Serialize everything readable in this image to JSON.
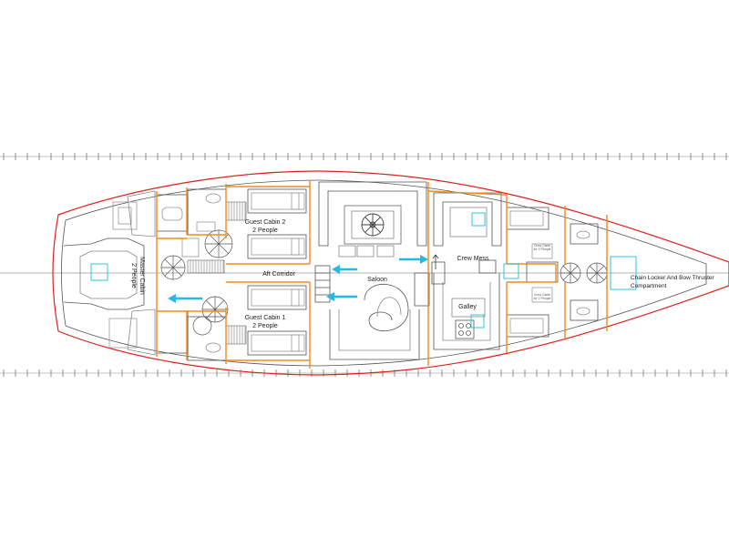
{
  "rooms": {
    "master_cabin": "Master Cabin\n2 People",
    "guest_cabin_2": "Guest Cabin 2\n2 People",
    "guest_cabin_1": "Guest Cabin 1\n2 People",
    "aft_corridor": "Aft Corridor",
    "saloon": "Saloon",
    "crew_mess": "Crew Mess",
    "galley": "Galley",
    "crew_cabin_upper": "Crew Cabin\nfor 2 People",
    "crew_cabin_lower": "Crew Cabin\nfor 2 People",
    "chain_locker": "Chain Locker And Bow Thruster\nCompartment"
  },
  "colors": {
    "hull_outline": "#e0201c",
    "bulkhead": "#f08a1c",
    "marker": "#2ec4e0",
    "arrow": "#27b8e6",
    "structure": "#555555",
    "furniture": "#9a9a9a"
  },
  "icons": [
    "hull-outline",
    "bulkhead",
    "staircase",
    "steering-wheel",
    "bathroom-fixture",
    "cyan-marker",
    "flow-arrow"
  ]
}
